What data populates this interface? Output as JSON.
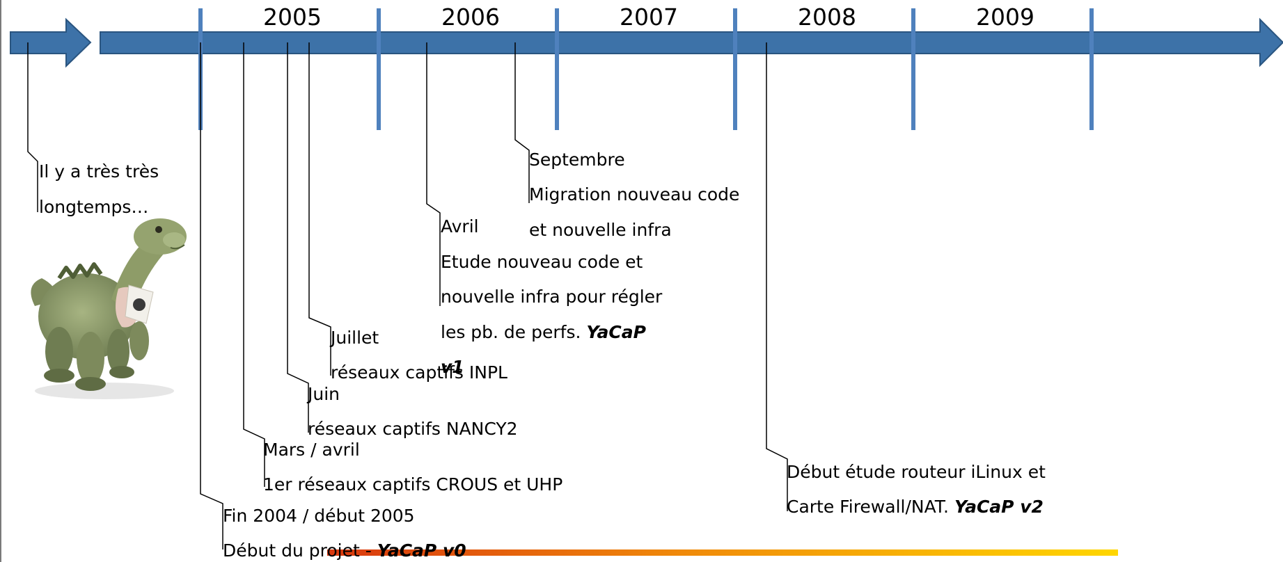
{
  "years": [
    "2005",
    "2006",
    "2007",
    "2008",
    "2009"
  ],
  "events": {
    "intro": {
      "line1": "Il y a très très",
      "line2": "longtemps…"
    },
    "start": {
      "line1": "Fin 2004 / début 2005",
      "line2_text": "Début du projet - ",
      "line2_highlight": "YaCaP v0"
    },
    "march": {
      "line1": "Mars / avril",
      "line2": "1er réseaux captifs CROUS et UHP"
    },
    "june": {
      "line1": "Juin",
      "line2": "réseaux captifs NANCY2"
    },
    "july": {
      "line1": "Juillet",
      "line2": "réseaux captifs INPL"
    },
    "april": {
      "line1": "Avril",
      "line2": "Etude nouveau code et",
      "line3": "nouvelle infra pour régler",
      "line4_text": "les pb. de perfs. ",
      "line4_highlight": "YaCaP",
      "line5_highlight": "v1"
    },
    "september": {
      "line1": "Septembre",
      "line2": "Migration nouveau code",
      "line3": "et nouvelle infra"
    },
    "ilinux": {
      "line1": "Début étude routeur iLinux et",
      "line2_text": "Carte Firewall/NAT. ",
      "line2_highlight": "YaCaP v2"
    }
  },
  "colors": {
    "arrow": "#3d72a8",
    "arrow_border": "#2a5580",
    "ticks": "#4f81bd",
    "bar_start": "#d9380f",
    "bar_end": "#ffd600"
  },
  "icons": {
    "mascot": "dinosaur-plush-icon"
  }
}
